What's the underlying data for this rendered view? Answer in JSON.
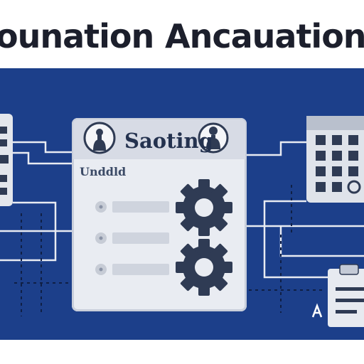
{
  "headline": {
    "left": "ounation",
    "right": "Ancauation"
  },
  "card": {
    "title": "Saoting",
    "subtitle": "Unddld"
  },
  "colors": {
    "panel": "#1c3f8a",
    "card": "#e9ecf2",
    "ink": "#2f3b54",
    "line": "#e8ebf2"
  },
  "icons": [
    "person-icon",
    "gear-icon",
    "calendar-icon",
    "clipboard-icon",
    "document-icon"
  ]
}
